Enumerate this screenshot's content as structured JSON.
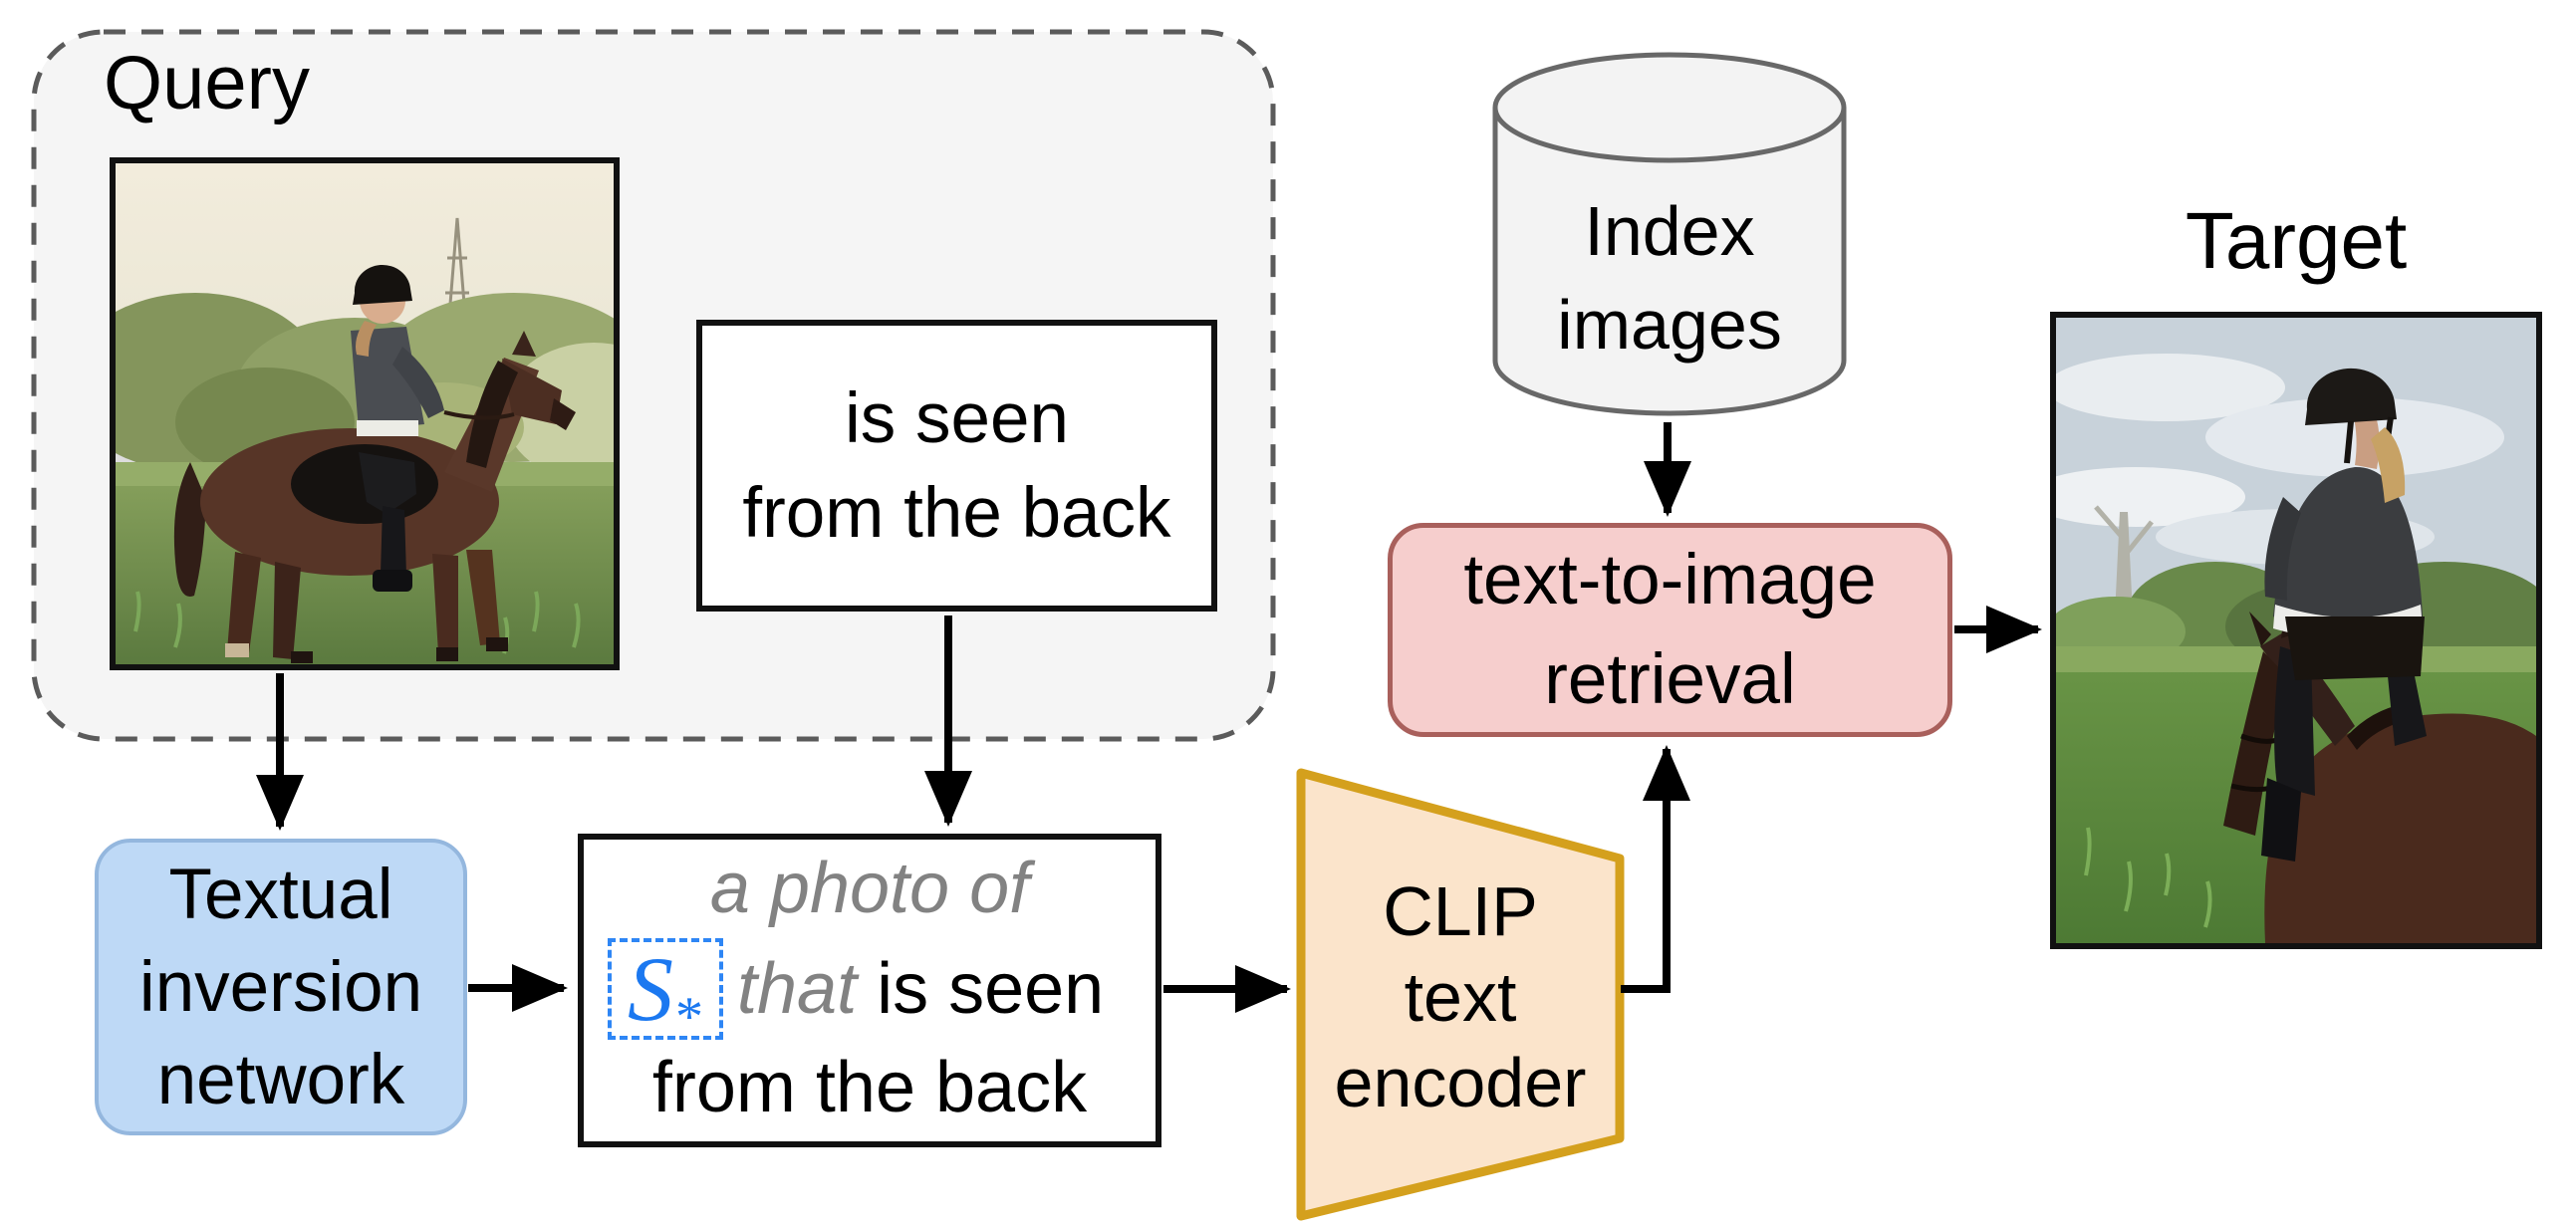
{
  "query": {
    "label": "Query",
    "photo_alt": "Side-view photo of a rider wearing a black helmet on a bay horse standing in a grassy field with trees behind",
    "caption_lines": [
      "is seen",
      "from the back"
    ]
  },
  "textual_inversion_network": {
    "lines": [
      "Textual",
      "inversion",
      "network"
    ]
  },
  "pseudo_word_prompt": {
    "prefix_italic": "a photo of",
    "token": "S",
    "token_subscript": "*",
    "that_italic": "that",
    "verb_plain": "is seen",
    "suffix_plain": "from the back"
  },
  "clip_text_encoder": {
    "lines": [
      "CLIP",
      "text",
      "encoder"
    ]
  },
  "index_images_db": {
    "lines": [
      "Index",
      "images"
    ]
  },
  "text_to_image_retrieval": {
    "lines": [
      "text-to-image",
      "retrieval"
    ]
  },
  "target": {
    "label": "Target",
    "photo_alt": "Photo of the rider on a bay horse seen from the back in a green field under a cloudy sky"
  },
  "colors": {
    "query_container_fill": "#f5f5f5",
    "query_container_border": "#5b5b5b",
    "inversion_fill": "#bed9f6",
    "inversion_border": "#94b7de",
    "token_blue": "#1b78f0",
    "prompt_gray": "#828282",
    "encoder_fill": "#fbe4cb",
    "encoder_border": "#d4a01d",
    "db_fill": "#f3f3f3",
    "db_border": "#686868",
    "retrieval_fill": "#f6cecd",
    "retrieval_border": "#a9605c",
    "arrow": "#000000"
  }
}
